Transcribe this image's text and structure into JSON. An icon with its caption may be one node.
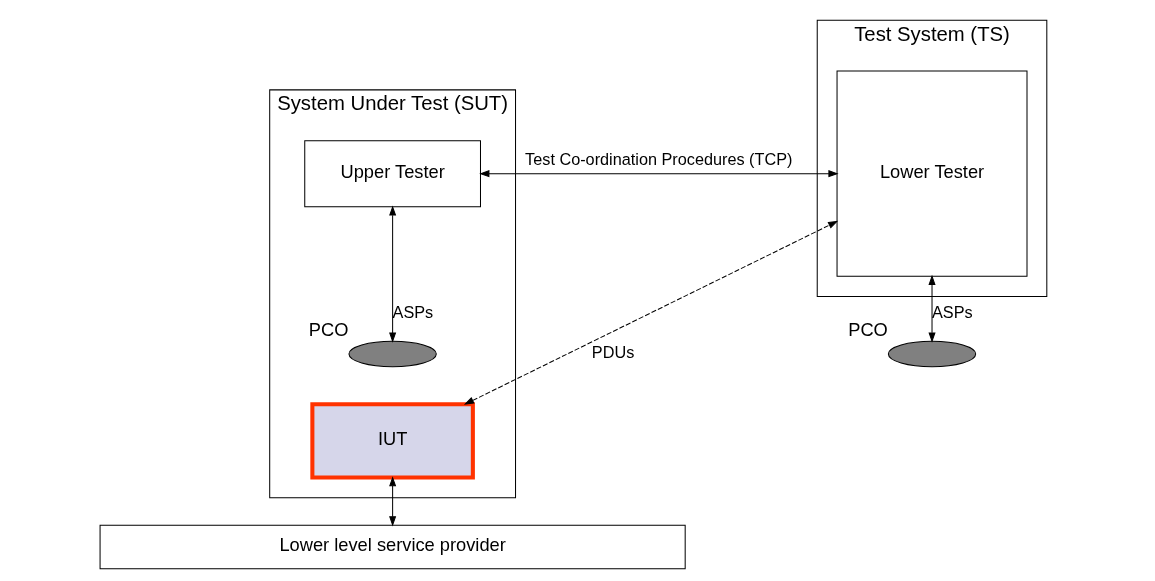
{
  "diagram": {
    "nodes": [
      {
        "text": [
          "System Under Test (SUT)"
        ]
      },
      {
        "text": [
          "Upper Tester"
        ],
        "in": 0
      },
      {
        "text": [],
        "shape": "ellipse",
        "beside": [
          "PCO"
        ],
        "in": 0
      },
      {
        "text": [
          "IUT"
        ],
        "in": 0
      },
      {
        "text": [
          "Test System (TS)"
        ]
      },
      {
        "text": [
          "Lower Tester"
        ],
        "in": 4
      },
      {
        "text": [],
        "shape": "ellipse",
        "beside": [
          "PCO"
        ]
      },
      {
        "text": [
          "Lower level service provider"
        ]
      }
    ],
    "edges": [
      {
        "from": 1,
        "to": 2,
        "arrow": "both",
        "label": "ASPs"
      },
      {
        "from": 1,
        "to": 5,
        "arrow": "both",
        "label": "Test Co-ordination Procedures (TCP)"
      },
      {
        "from": 3,
        "to": 5,
        "arrow": "both",
        "label": "PDUs",
        "style": "dashed"
      },
      {
        "from": 3,
        "to": 7,
        "arrow": "both"
      },
      {
        "from": 5,
        "to": 6,
        "arrow": "both",
        "label": "ASPs"
      }
    ]
  }
}
